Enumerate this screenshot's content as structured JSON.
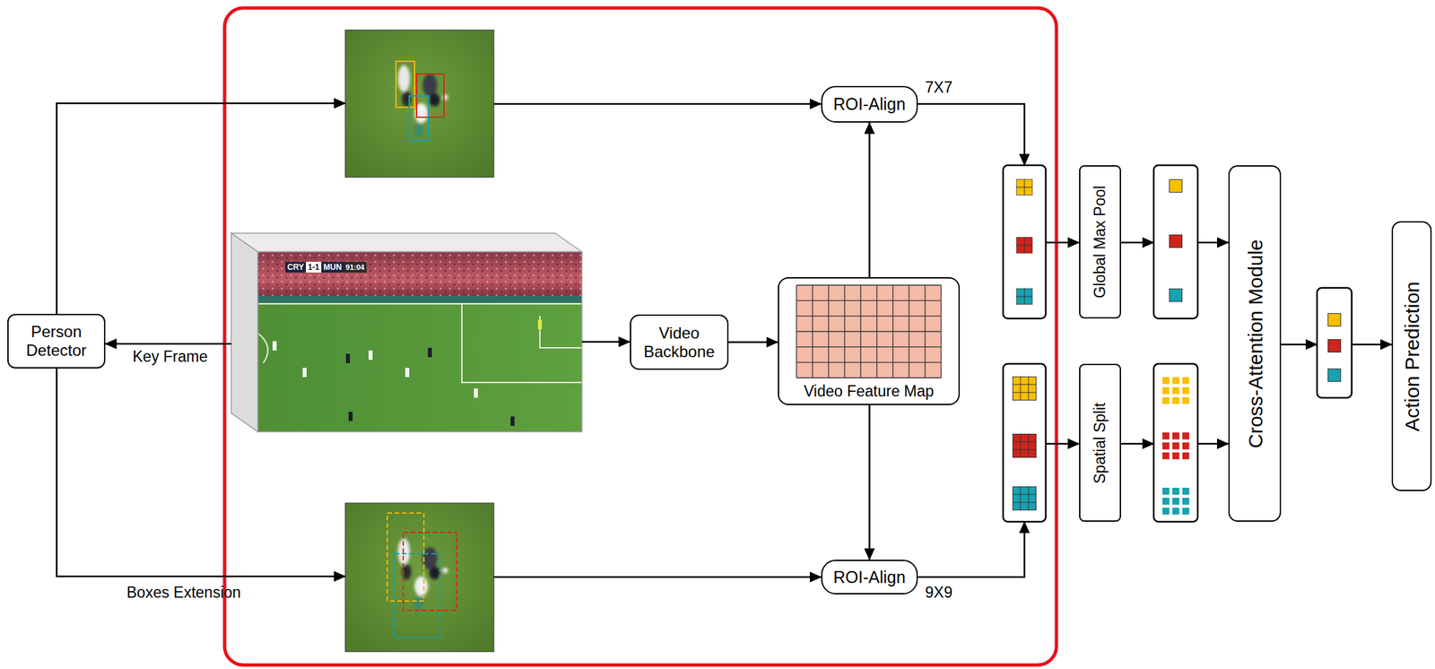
{
  "diagram": {
    "nodes": [
      {
        "text": [
          "Person Detector"
        ]
      },
      {
        "text": [
          "ROI-Align"
        ]
      },
      {
        "text": [
          "Video Backbone"
        ]
      },
      {
        "text": [
          "Video Feature Map"
        ]
      },
      {
        "text": [
          "ROI-Align"
        ]
      },
      {
        "text": [
          "Global Max Pool"
        ]
      },
      {
        "text": [
          "Spatial Split"
        ]
      },
      {
        "text": [
          "Cross-Attention Module"
        ]
      },
      {
        "text": [
          "Action Prediction"
        ]
      }
    ],
    "edges": [
      {
        "from": 2,
        "to": 3,
        "arrow": "to"
      },
      {
        "from": 3,
        "to": 1,
        "arrow": "to"
      },
      {
        "from": 3,
        "to": 4,
        "arrow": "to"
      }
    ],
    "labels": [
      "Key Frame",
      "Boxes Extension",
      "7X7",
      "9X9",
      "CRY",
      "1-1",
      "MUN",
      "91:04"
    ]
  }
}
